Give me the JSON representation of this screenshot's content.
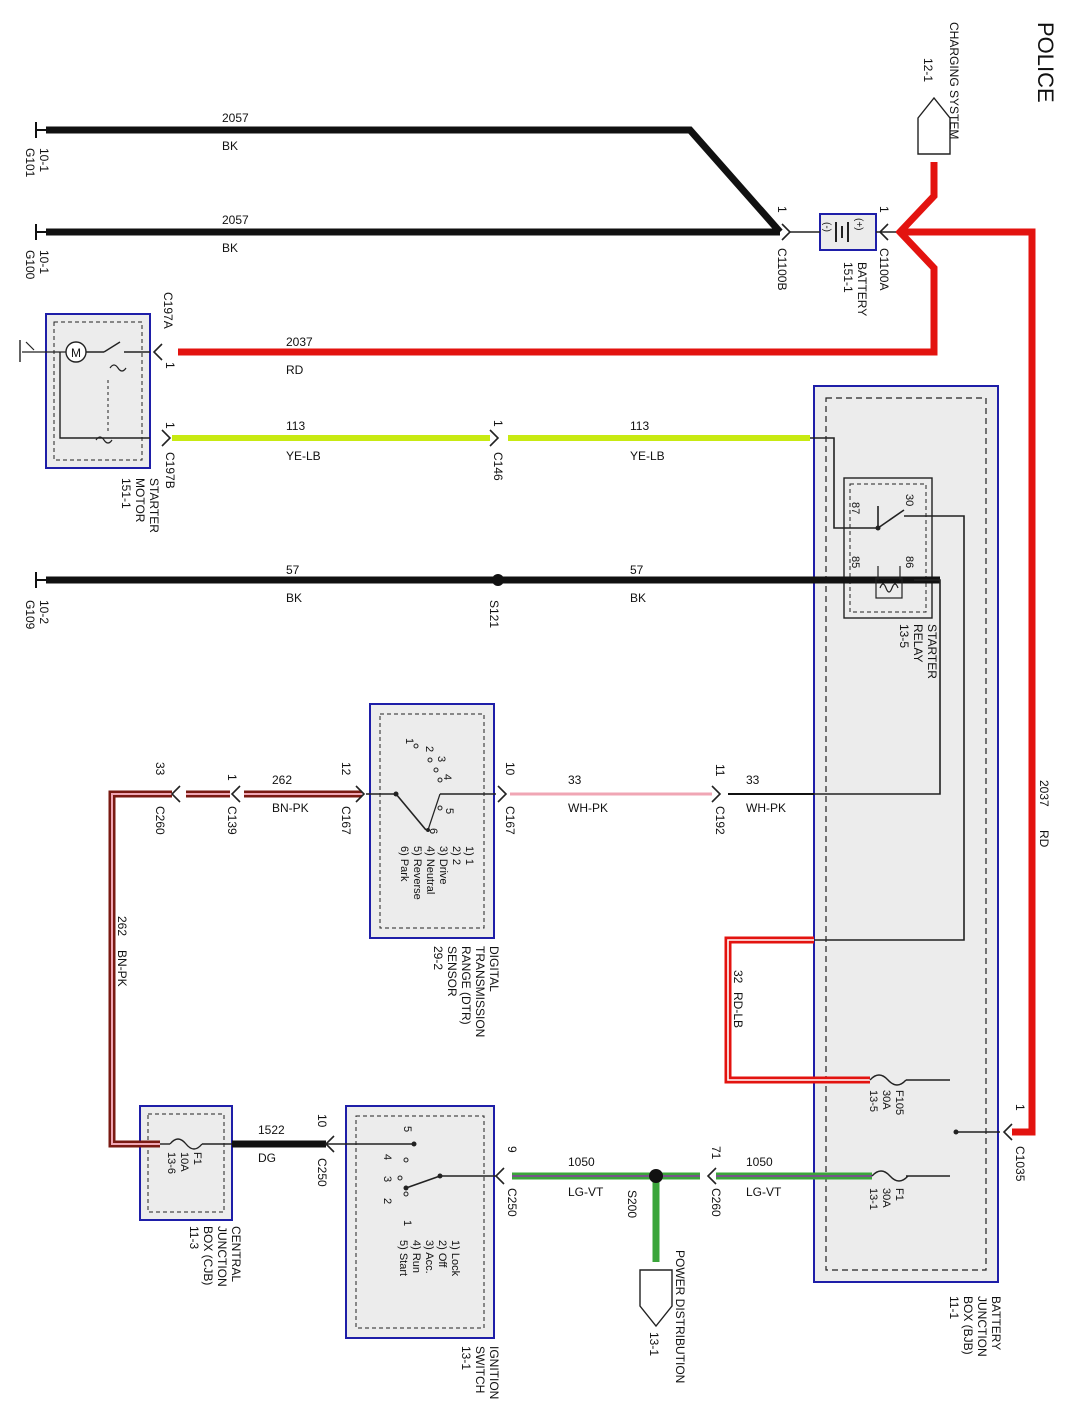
{
  "header": {
    "title": "POLICE"
  },
  "wires": {
    "g101": {
      "circuit": "2057",
      "color": "BK"
    },
    "g100": {
      "circuit": "2057",
      "color": "BK"
    },
    "starter_feed": {
      "circuit": "2037",
      "color": "RD"
    },
    "starter_control_a": {
      "circuit": "113",
      "color": "YE-LB"
    },
    "starter_control_b": {
      "circuit": "113",
      "color": "YE-LB"
    },
    "ground_a": {
      "circuit": "57",
      "color": "BK"
    },
    "ground_b": {
      "circuit": "57",
      "color": "BK"
    },
    "dtr_out": {
      "circuit": "33",
      "color": "WH-PK"
    },
    "dtr_out_b": {
      "circuit": "33",
      "color": "WH-PK"
    },
    "dtr_in": {
      "circuit": "262",
      "color": "BN-PK"
    },
    "vertical_bnpk": {
      "circuit": "262",
      "color": "BN-PK"
    },
    "vertical_rdlb": {
      "circuit": "32",
      "color": "RD-LB"
    },
    "vertical_rd": {
      "circuit": "2037",
      "color": "RD"
    },
    "ign_feed_a": {
      "circuit": "1050",
      "color": "LG-VT"
    },
    "ign_feed_b": {
      "circuit": "1050",
      "color": "LG-VT"
    },
    "cjb_feed": {
      "circuit": "1522",
      "color": "DG"
    }
  },
  "grounds": {
    "g101": {
      "name": "G101",
      "page": "10-1"
    },
    "g100": {
      "name": "G100",
      "page": "10-1"
    },
    "g109": {
      "name": "G109",
      "page": "10-2"
    }
  },
  "components": {
    "charging_system": {
      "label": "CHARGING SYSTEM",
      "page": "12-1"
    },
    "battery": {
      "label": "BATTERY",
      "page": "151-1",
      "pos": "(+)",
      "neg": "(-)"
    },
    "starter_motor": {
      "line1": "STARTER",
      "line2": "MOTOR",
      "page": "151-1"
    },
    "starter_relay": {
      "line1": "STARTER",
      "line2": "RELAY",
      "page": "13-5",
      "pin30": "30",
      "pin87": "87",
      "pin85": "85",
      "pin86": "86"
    },
    "dtr": {
      "line1": "DIGITAL",
      "line2": "TRANSMISSION",
      "line3": "RANGE (DTR)",
      "line4": "SENSOR",
      "page": "29-2",
      "positions": [
        "1) 1",
        "2) 2",
        "3) Drive",
        "4) Neutral",
        "5) Reverse",
        "6) Park"
      ],
      "pos_nums": [
        "1",
        "2",
        "3",
        "4",
        "5",
        "6"
      ]
    },
    "ignition_switch": {
      "line1": "IGNITION",
      "line2": "SWITCH",
      "page": "13-1",
      "positions": [
        "1) Lock",
        "2) Off",
        "3) Acc.",
        "4) Run",
        "5) Start"
      ],
      "pos_nums": [
        "1",
        "2",
        "3",
        "4",
        "5"
      ]
    },
    "cjb": {
      "line1": "CENTRAL",
      "line2": "JUNCTION",
      "line3": "BOX (CJB)",
      "page": "11-3",
      "fuse": "F1",
      "amps": "10A",
      "ref": "13-6"
    },
    "bjb": {
      "line1": "BATTERY",
      "line2": "JUNCTION",
      "line3": "BOX (BJB)",
      "page": "11-1"
    },
    "f105": {
      "fuse": "F105",
      "amps": "30A",
      "ref": "13-5"
    },
    "f1_bjb": {
      "fuse": "F1",
      "amps": "30A",
      "ref": "13-1"
    },
    "power_distribution": {
      "label": "POWER DISTRIBUTION",
      "page": "13-1"
    }
  },
  "connectors": {
    "c1100b": {
      "name": "C1100B",
      "pin": "1"
    },
    "c1100a": {
      "name": "C1100A",
      "pin": "1"
    },
    "c197a": {
      "name": "C197A",
      "pin": "1"
    },
    "c197b": {
      "name": "C197B",
      "pin": "1"
    },
    "c146": {
      "name": "C146",
      "pin": "1"
    },
    "s121": {
      "name": "S121"
    },
    "c167_in": {
      "name": "C167",
      "pin": "12"
    },
    "c167_out": {
      "name": "C167",
      "pin": "10"
    },
    "c192": {
      "name": "C192",
      "pin": "11"
    },
    "c139": {
      "name": "C139",
      "pin": "1"
    },
    "c260_top": {
      "name": "C260",
      "pin": "33"
    },
    "c250_in": {
      "name": "C250",
      "pin": "10"
    },
    "c250_out": {
      "name": "C250",
      "pin": "9"
    },
    "s200": {
      "name": "S200"
    },
    "c260_bot": {
      "name": "C260",
      "pin": "71"
    },
    "c1035": {
      "name": "C1035",
      "pin": "1"
    }
  },
  "colors": {
    "bk": "#111111",
    "rd": "#e3130f",
    "yelb": "#c8ea12",
    "whpk": "#f0a6b4",
    "bnpk": "#7a1a12",
    "rdlb": "#e3130f",
    "lgvt": "#3aa53a",
    "dg": "#111111",
    "box_border": "#1e1ea8",
    "box_fill": "#ececec"
  }
}
